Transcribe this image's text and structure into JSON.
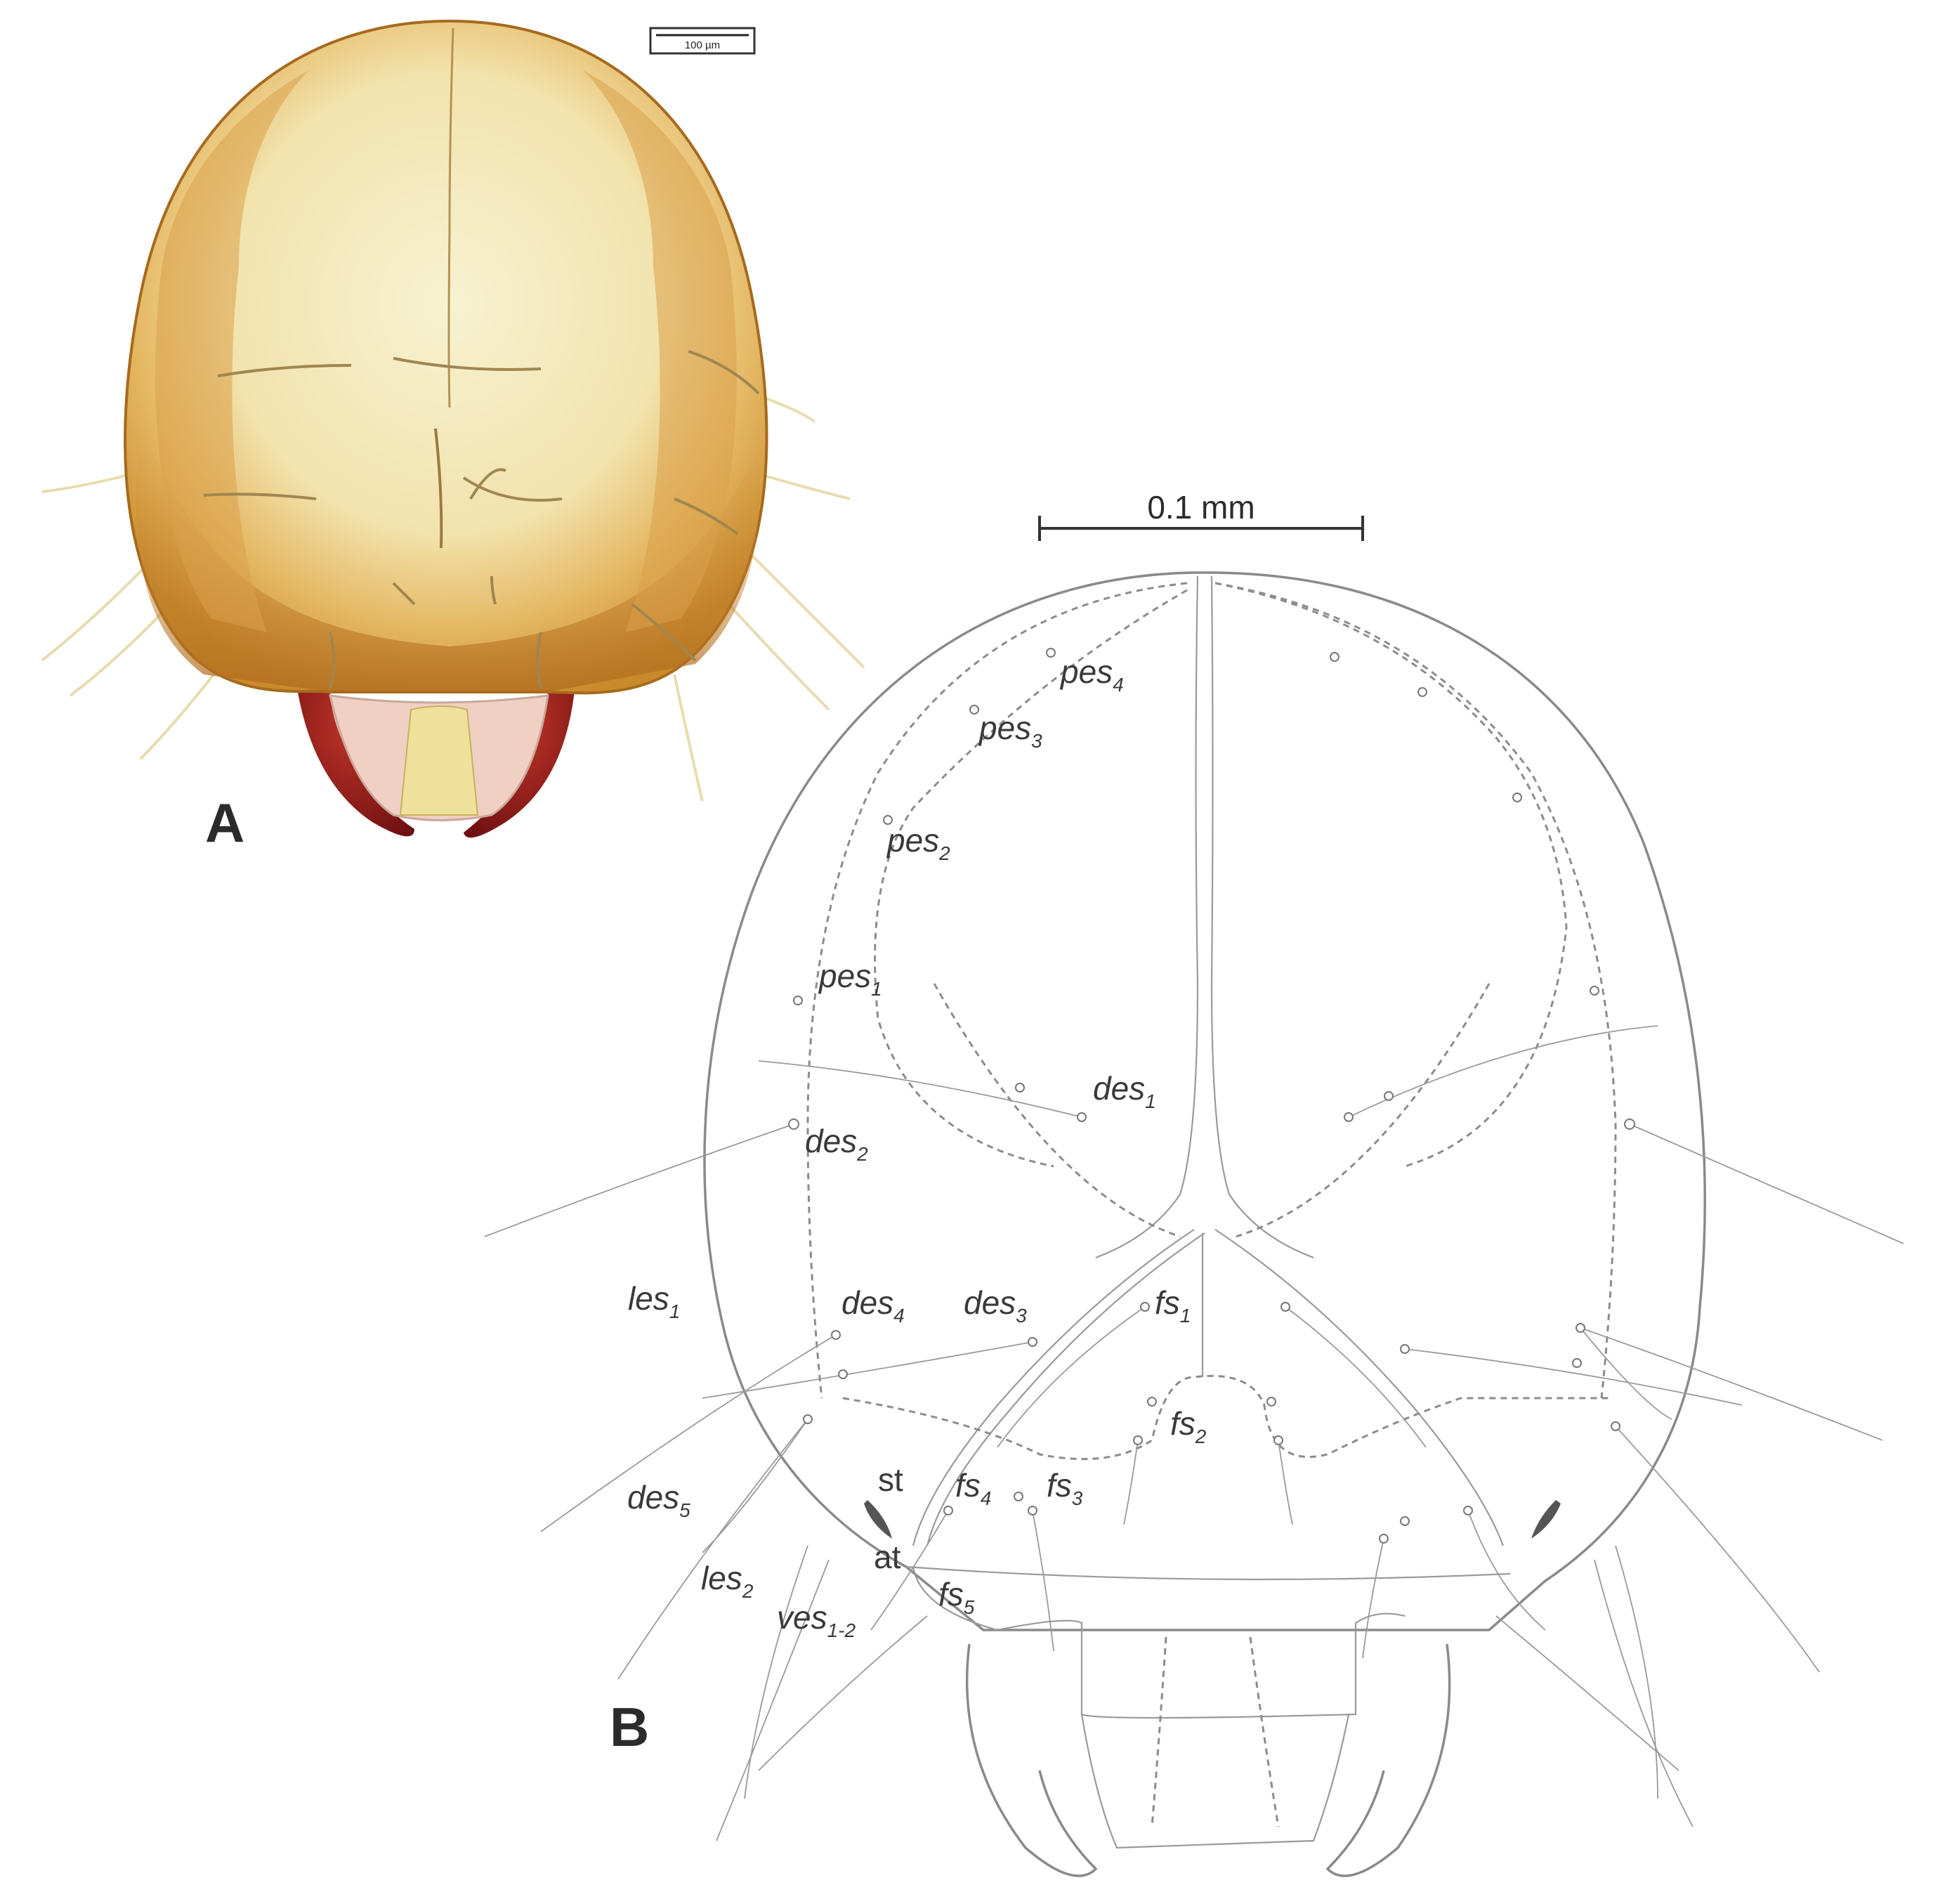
{
  "panels": {
    "a": {
      "letter": "A",
      "scale_label": "100 µm"
    },
    "b": {
      "letter": "B",
      "scale_label": "0.1 mm"
    }
  },
  "labels": [
    {
      "id": "pes4",
      "base": "pes",
      "sub": "4"
    },
    {
      "id": "pes3",
      "base": "pes",
      "sub": "3"
    },
    {
      "id": "pes2",
      "base": "pes",
      "sub": "2"
    },
    {
      "id": "pes1",
      "base": "pes",
      "sub": "1"
    },
    {
      "id": "des1",
      "base": "des",
      "sub": "1"
    },
    {
      "id": "des2",
      "base": "des",
      "sub": "2"
    },
    {
      "id": "les1",
      "base": "les",
      "sub": "1"
    },
    {
      "id": "des4",
      "base": "des",
      "sub": "4"
    },
    {
      "id": "des3",
      "base": "des",
      "sub": "3"
    },
    {
      "id": "fs1",
      "base": "fs",
      "sub": "1"
    },
    {
      "id": "fs2",
      "base": "fs",
      "sub": "2"
    },
    {
      "id": "des5",
      "base": "des",
      "sub": "5"
    },
    {
      "id": "fs4",
      "base": "fs",
      "sub": "4"
    },
    {
      "id": "fs3",
      "base": "fs",
      "sub": "3"
    },
    {
      "id": "les2",
      "base": "les",
      "sub": "2"
    },
    {
      "id": "ves12",
      "base": "ves",
      "sub": "1-2"
    },
    {
      "id": "fs5",
      "base": "fs",
      "sub": "5"
    }
  ],
  "plain_labels": [
    {
      "id": "st",
      "text": "st"
    },
    {
      "id": "at",
      "text": "at"
    }
  ],
  "colors": {
    "head_capsule_light": "#f6efc8",
    "head_capsule_amber": "#d9a24a",
    "mandible_red": "#a3231a",
    "line_art": "#8a8a8a"
  }
}
